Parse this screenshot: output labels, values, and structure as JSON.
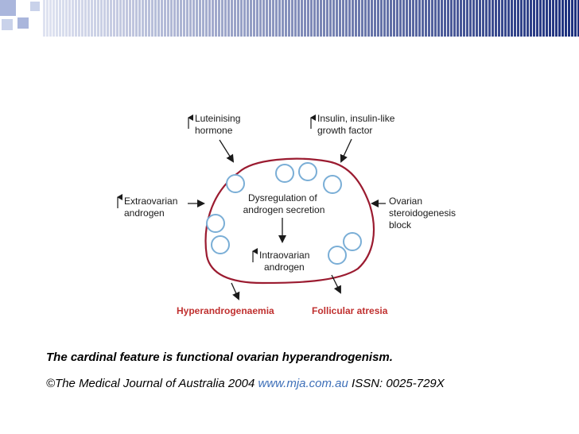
{
  "colors": {
    "outline": "#9b1b30",
    "follicle": "#7aaed6",
    "label_red": "#c0302f",
    "link": "#3d6fb8",
    "bar_light": "#dfe3f1",
    "bar_dark": "#1c2f7d"
  },
  "diagram": {
    "luteinising": [
      "Luteinising",
      "hormone"
    ],
    "insulin": [
      "Insulin, insulin-like",
      "growth factor"
    ],
    "extraovarian": [
      "Extraovarian",
      "androgen"
    ],
    "ovarian_block": [
      "Ovarian",
      "steroidogenesis",
      "block"
    ],
    "dysregulation": [
      "Dysregulation of",
      "androgen secretion"
    ],
    "intraovarian": [
      "Intraovarian",
      "androgen"
    ],
    "hyperandrogenaemia": "Hyperandrogenaemia",
    "follicular_atresia": "Follicular atresia"
  },
  "caption": "The cardinal feature is functional ovarian hyperandrogenism.",
  "citation": {
    "prefix": "©The Medical Journal of Australia 2004 ",
    "link": "www.mja.com.au",
    "suffix": " ISSN: 0025-729X"
  }
}
